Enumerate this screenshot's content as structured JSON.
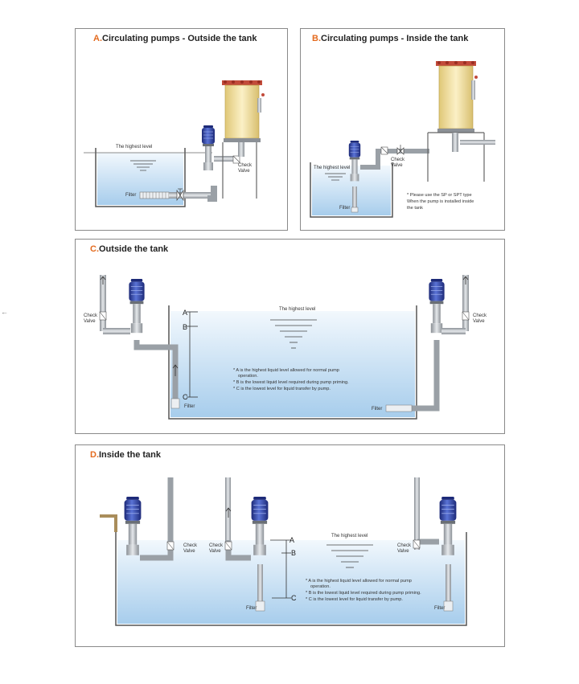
{
  "panels": {
    "a": {
      "letter": "A.",
      "title": "Circulating pumps - Outside the tank",
      "highest_level": "The highest level",
      "filter": "Filter",
      "check_valve": [
        "Check",
        "Valve"
      ]
    },
    "b": {
      "letter": "B.",
      "title": "Circulating pumps - Inside the tank",
      "highest_level": "The highest level",
      "filter": "Filter",
      "check_valve": [
        "Check",
        "Valve"
      ],
      "note": [
        "* Please use the SP or SPT type",
        "When the pump is installed inside",
        "the tank"
      ]
    },
    "c": {
      "letter": "C.",
      "title": "Outside the tank",
      "highest_level": "The highest level",
      "check_valve": [
        "Check",
        "Valve"
      ],
      "filter": "Filter",
      "levels": [
        "A",
        "B",
        "C"
      ],
      "notes": [
        "* A is the highest liquid level allowed for normal pump",
        "operation.",
        "* B is the lowest liquid level required during pump priming.",
        "* C is the lowest level for liquid transfer by pump."
      ]
    },
    "d": {
      "letter": "D.",
      "title": "Inside the tank",
      "highest_level": "The highest level",
      "check_valve": [
        "Check",
        "Valve"
      ],
      "filter": "Filter",
      "levels": [
        "A",
        "B",
        "C"
      ],
      "notes": [
        "* A is the highest liquid level allowed for normal pump",
        "operation.",
        "* B is the lowest liquid level required during pump priming.",
        "* C is the lowest level for liquid transfer by pump."
      ]
    }
  },
  "colors": {
    "title_letter": "#e46b1f",
    "motor_blue": "#2b3f9e",
    "water_light": "#dbeefa",
    "water_dark": "#9fc8ea",
    "pipe_grey": "#b9bec4",
    "filter_tank": "#f3e3a8"
  },
  "icons": [
    "pump-icon",
    "check-valve-icon",
    "filter-icon",
    "gate-valve-icon",
    "filter-tank-icon",
    "flow-arrow-icon"
  ]
}
